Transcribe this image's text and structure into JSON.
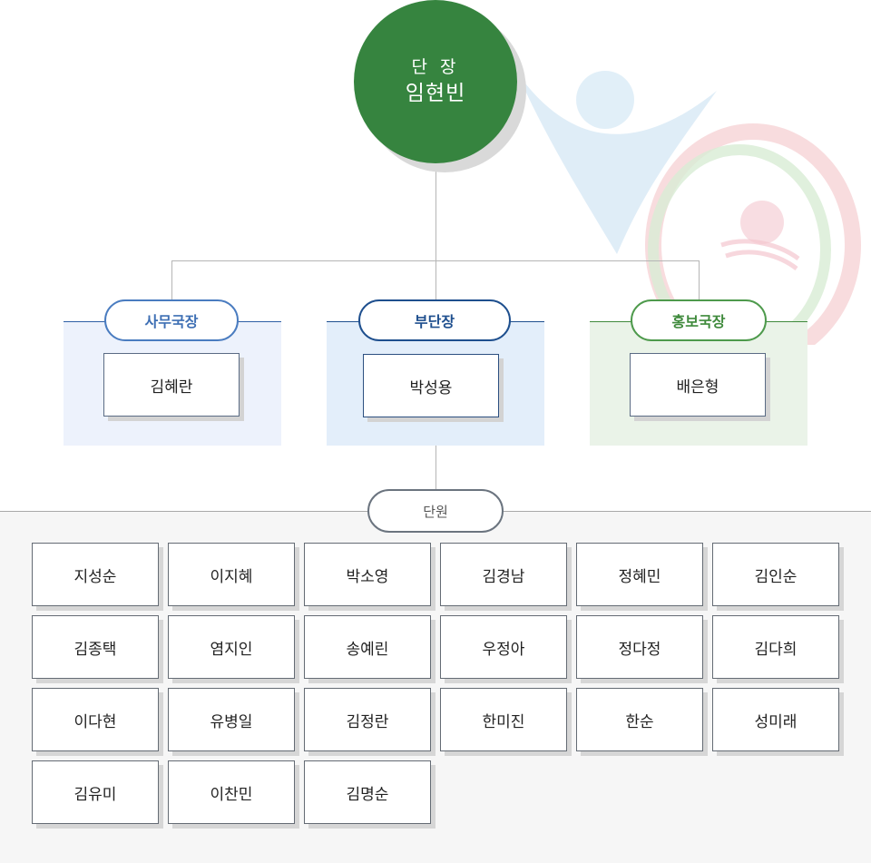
{
  "leader": {
    "role": "단 장",
    "name": "임현빈"
  },
  "departments": [
    {
      "title": "사무국장",
      "person": "김혜란"
    },
    {
      "title": "부단장",
      "person": "박성용"
    },
    {
      "title": "홍보국장",
      "person": "배은형"
    }
  ],
  "members": {
    "title": "단원",
    "names": [
      "지성순",
      "이지혜",
      "박소영",
      "김경남",
      "정혜민",
      "김인순",
      "김종택",
      "염지인",
      "송예린",
      "우정아",
      "정다정",
      "김다희",
      "이다현",
      "유병일",
      "김정란",
      "한미진",
      "한순",
      "성미래",
      "김유미",
      "이찬민",
      "김명순"
    ]
  },
  "colors": {
    "leader_green": "#36843f",
    "admin_blue": "#3e6fb4",
    "vice_navy": "#1e4f8e",
    "pr_green": "#3f8a3c"
  }
}
